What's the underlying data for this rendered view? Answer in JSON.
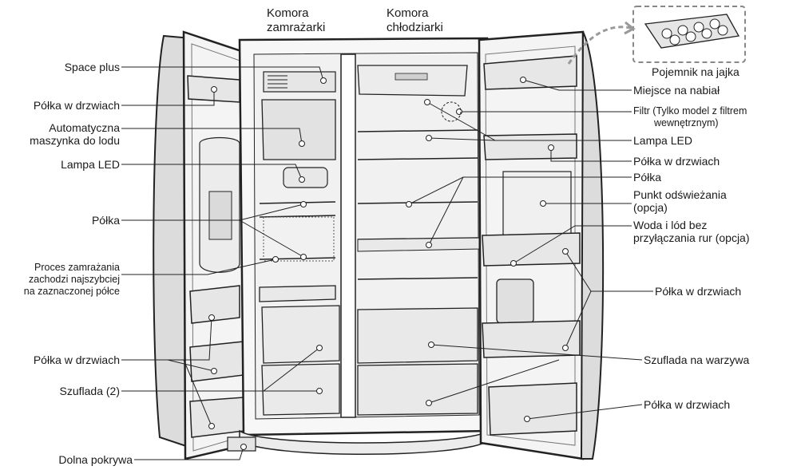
{
  "headers": {
    "freezer": [
      "Komora",
      "zamrażarki"
    ],
    "fridge": [
      "Komora",
      "chłodziarki"
    ]
  },
  "left_labels": {
    "space_plus": "Space plus",
    "door_shelf_top": "Półka w drzwiach",
    "ice_maker": [
      "Automatyczna",
      "maszynka do lodu"
    ],
    "led_lamp": "Lampa LED",
    "shelf": "Półka",
    "freezing_note": [
      "Proces zamrażania",
      "zachodzi najszybciej",
      "na zaznaczonej półce"
    ],
    "door_shelf_mid": "Półka w drzwiach",
    "drawer": "Szuflada (2)",
    "bottom_cover": "Dolna pokrywa"
  },
  "right_labels": {
    "egg_tray": "Pojemnik na jajka",
    "dairy": "Miejsce na nabiał",
    "filter": [
      "Filtr (Tylko model z filtrem",
      "wewnętrznym)"
    ],
    "led_lamp": "Lampa LED",
    "door_shelf_1": "Półka w drzwiach",
    "shelf": "Półka",
    "fresh_point": [
      "Punkt odświeżania",
      "(opcja)"
    ],
    "water_ice": [
      "Woda i lód bez",
      "przyłączania rur (opcja)"
    ],
    "door_shelf_2": "Półka w drzwiach",
    "veg_drawer": "Szuflada na warzywa",
    "door_shelf_3": "Półka w drzwiach"
  }
}
